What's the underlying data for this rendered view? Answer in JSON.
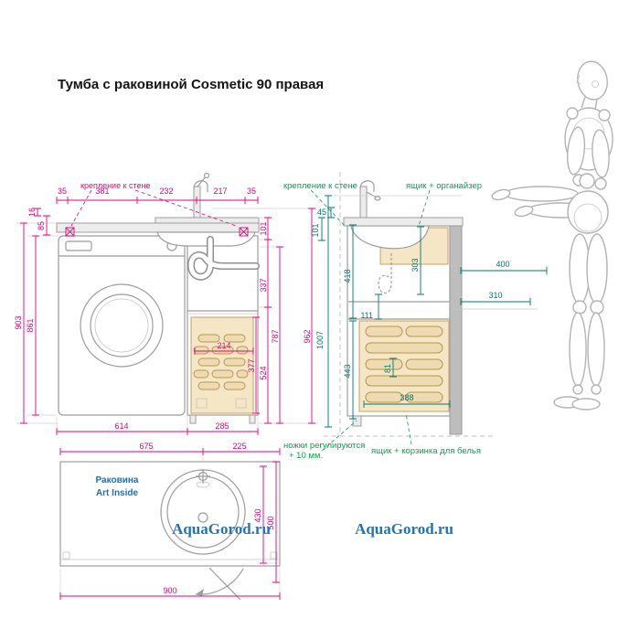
{
  "title": "Тумба с раковиной Cosmetic 90 правая",
  "watermark": {
    "text": "AquaGorod.ru"
  },
  "colors": {
    "magenta": "#e6007e",
    "teal": "#00786e",
    "green": "#0aa147",
    "blue": "#1a70b8",
    "tan": "#f5e7c6"
  },
  "front_view": {
    "label_wall_mount": "крепление к стене",
    "dims": {
      "d35l": "35",
      "d381": "381",
      "d232": "232",
      "d217": "217",
      "d35r": "35",
      "d16": "16",
      "d85": "85",
      "d861": "861",
      "d903": "903",
      "d101": "101",
      "d337": "337",
      "d524": "524",
      "d787": "787",
      "d962": "962",
      "d377": "377",
      "d214": "214",
      "d614": "614",
      "d285": "285"
    }
  },
  "side_view": {
    "label_wall_mount": "крепление к стене",
    "label_drawer_organizer": "ящик + органайзер",
    "label_drawer_basket": "ящик + корзинка для белья",
    "label_legs_line1": "ножки регулируются",
    "label_legs_line2": "+ 10 мм.",
    "dims": {
      "d45": "45",
      "d101": "101",
      "d303": "303",
      "d418": "418",
      "d111": "111",
      "d443": "443",
      "d81": "81",
      "d388": "388",
      "d400": "400",
      "d310": "310",
      "d1007": "1007"
    }
  },
  "top_view": {
    "label_sink_line1": "Раковина",
    "label_sink_line2": "Art Inside",
    "dims": {
      "d675": "675",
      "d225": "225",
      "d430": "430",
      "d500": "500",
      "d900": "900"
    }
  }
}
